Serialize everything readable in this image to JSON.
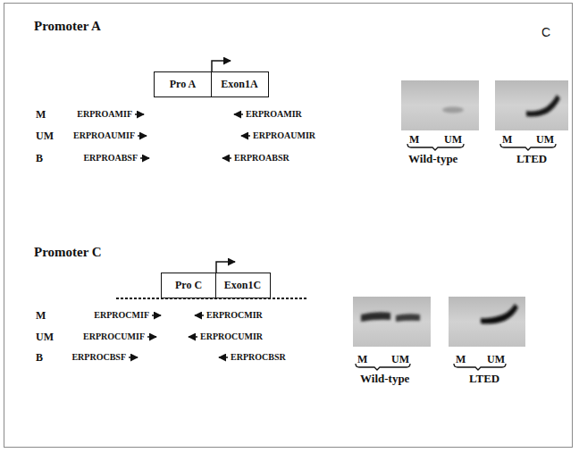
{
  "diagram": {
    "nodes": [
      {
        "text": [
          "Pro A"
        ]
      },
      {
        "text": [
          "Exon1A"
        ]
      },
      {
        "text": [
          "Pro C"
        ]
      },
      {
        "text": [
          "Exon1C"
        ]
      }
    ],
    "labels": [
      "Promoter A",
      "C",
      "M",
      "ERPROAMIF",
      "ERPROAMIR",
      "UM",
      "ERPROAUMIF",
      "ERPROAUMIR",
      "B",
      "ERPROABSF",
      "ERPROABSR",
      "M",
      "UM",
      "Wild-type",
      "M",
      "UM",
      "LTED",
      "Promoter C",
      "M",
      "ERPROCMIF",
      "ERPROCMIR",
      "UM",
      "ERPROCUMIF",
      "ERPROCUMIR",
      "B",
      "ERPROCBSF",
      "ERPROCBSR",
      "M",
      "UM",
      "Wild-type",
      "M",
      "UM",
      "LTED"
    ]
  }
}
